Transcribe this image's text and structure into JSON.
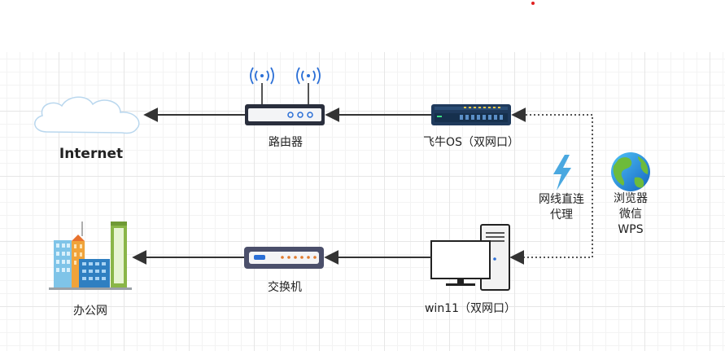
{
  "nodes": {
    "internet": "Internet",
    "router": "路由器",
    "fnos": "飞牛OS（双网口）",
    "switch": "交换机",
    "office": "办公网",
    "win11": "win11（双网口）"
  },
  "annotations": {
    "cable_proxy": "网线直连\n代理",
    "apps": "浏览器\n微信\nWPS"
  },
  "colors": {
    "arrow": "#333333",
    "dotted": "#555555",
    "router_body": "#2a2f3d",
    "switch_body": "#4b4f6b",
    "fnos_body": "#1f3a5c",
    "lightning": "#4aa8e0",
    "red_dot": "#e02020"
  }
}
